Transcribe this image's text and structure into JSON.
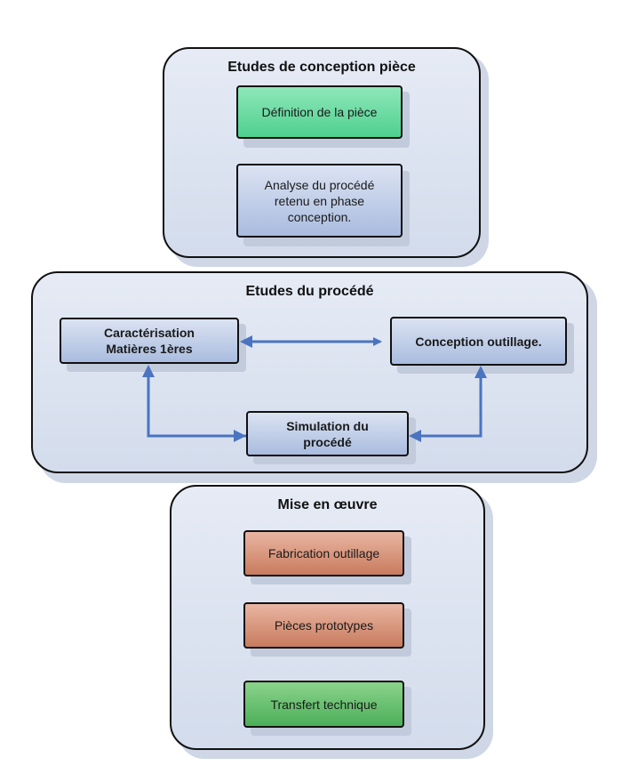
{
  "groups": {
    "conception": {
      "title": "Etudes de conception pièce",
      "boxes": {
        "definition": "Définition de la pièce",
        "analyse": [
          "Analyse du procédé",
          "retenu en phase",
          "conception."
        ]
      }
    },
    "procede": {
      "title": "Etudes du procédé",
      "boxes": {
        "caracterisation": [
          "Caractérisation",
          "Matières 1ères"
        ],
        "conception_outillage": "Conception outillage.",
        "simulation": [
          "Simulation du",
          "procédé"
        ]
      }
    },
    "mise_en_oeuvre": {
      "title": "Mise en œuvre",
      "boxes": {
        "fabrication": "Fabrication outillage",
        "prototypes": "Pièces prototypes",
        "transfert": "Transfert technique"
      }
    }
  },
  "colors": {
    "arrow": "#4a74c0",
    "border": "#111111",
    "group_fill": "#dbe2f0"
  }
}
